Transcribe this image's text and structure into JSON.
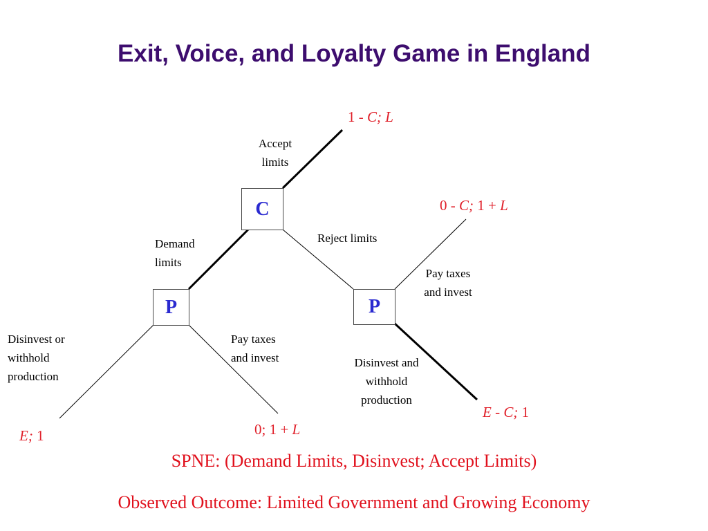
{
  "title": "Exit, Voice, and Loyalty Game in England",
  "nodes": {
    "c": "C",
    "p_left": "P",
    "p_right": "P"
  },
  "actions": {
    "accept_limits": [
      "Accept",
      "limits"
    ],
    "reject_limits": "Reject limits",
    "demand_limits": [
      "Demand",
      "limits"
    ],
    "disinvest_or_withhold": [
      "Disinvest or",
      "withhold",
      "production"
    ],
    "pay_taxes_left": [
      "Pay taxes",
      "and invest"
    ],
    "pay_taxes_right": [
      "Pay taxes",
      "and invest"
    ],
    "disinvest_and_withhold": [
      "Disinvest and",
      "withhold",
      "production"
    ]
  },
  "payoffs": {
    "accept": {
      "a": "1 - ",
      "b": "C; L",
      "c": ""
    },
    "reject_pay": {
      "a": "0 - ",
      "b": "C;",
      "c": " 1 + ",
      "d": "L"
    },
    "reject_disinvest": {
      "a": "E - C;",
      "b": " 1"
    },
    "left_disinvest": {
      "a": "E;",
      "b": " 1"
    },
    "left_pay": {
      "a": "0; 1 + ",
      "b": "L"
    }
  },
  "spne": "SPNE: (Demand Limits, Disinvest; Accept Limits)",
  "observed": "Observed Outcome: Limited Government and Growing Economy",
  "colors": {
    "title": "#3d0d6e",
    "node_letter": "#2a2ad0",
    "payoff": "#e0202a"
  }
}
